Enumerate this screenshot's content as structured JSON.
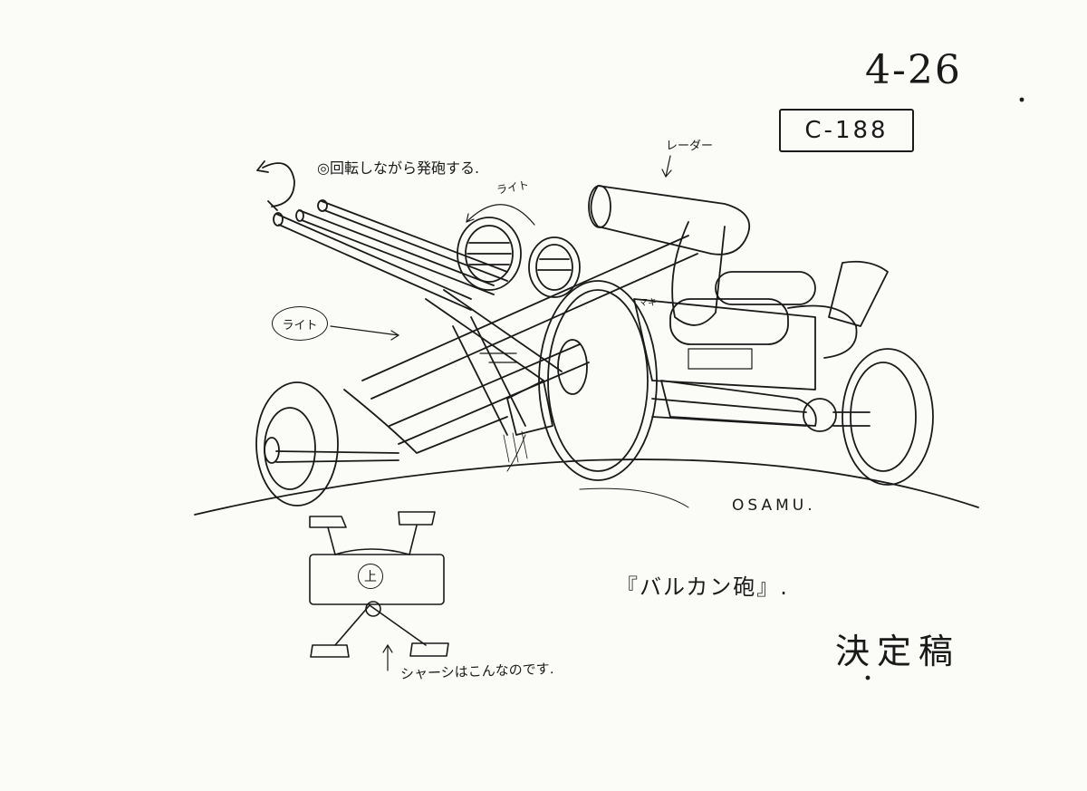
{
  "sheet": {
    "page_number": "4-26",
    "cut_number": "C-188",
    "status_stamp": "決定稿",
    "title": "『バルカン砲』.",
    "signature": "OSAMU."
  },
  "annotations": {
    "rotate_fire": "◎回転しながら発砲する.",
    "radar": "レーダー",
    "light_top": "ライト",
    "light_left": "ライト",
    "maki": "マキ",
    "chassis": "シャーシはこんなのです.",
    "top_view_mark": "上"
  }
}
